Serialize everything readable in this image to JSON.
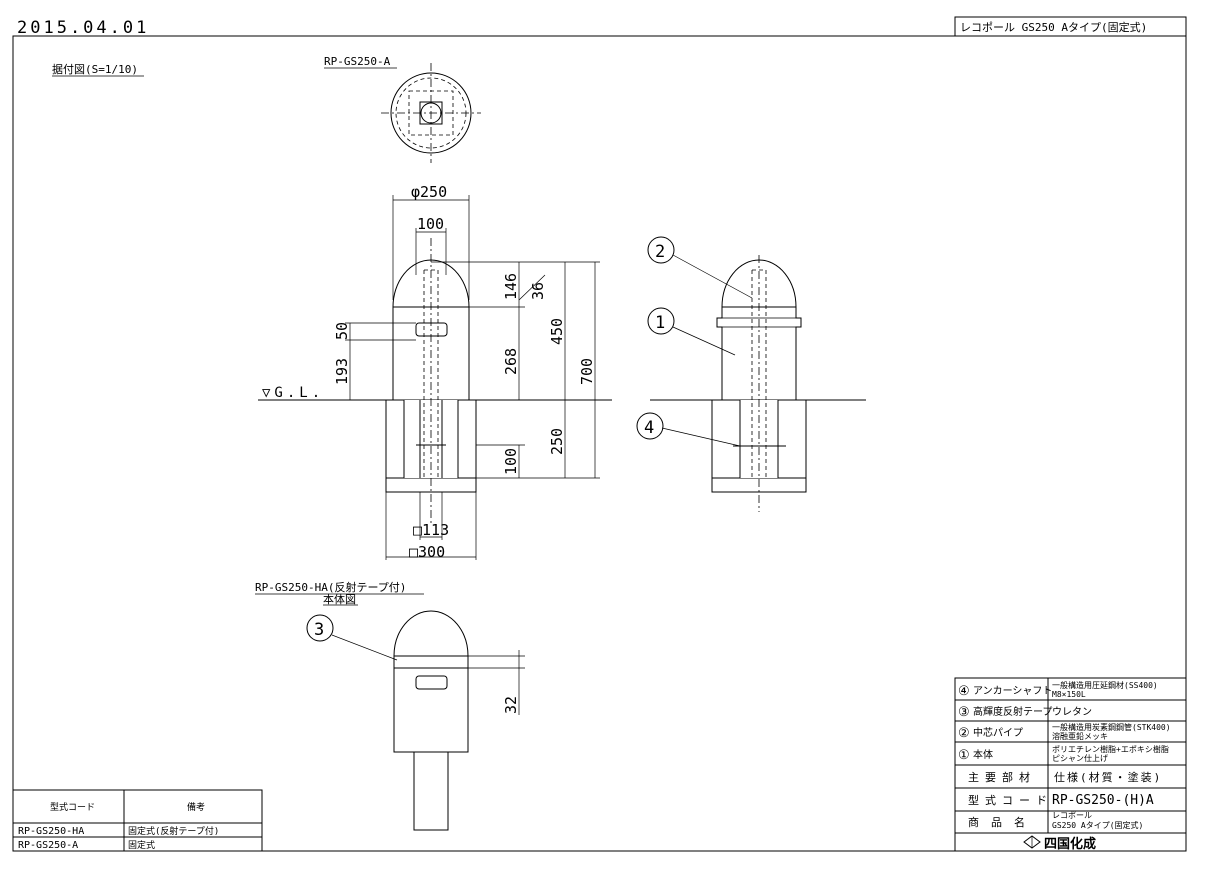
{
  "header": {
    "date": "2015.04.01",
    "title_block": "レコポール GS250 Aタイプ(固定式)"
  },
  "views": {
    "install_label": "据付図(S=1/10)",
    "top_view_label": "RP-GS250-A",
    "body_view_label": "RP-GS250-HA(反射テープ付)",
    "body_view_sub": "本体図",
    "ground_label": "▽G.L."
  },
  "dims": {
    "d_diameter": "φ250",
    "d_100_top": "100",
    "d_146": "146",
    "d_36": "36",
    "d_50": "50",
    "d_193": "193",
    "d_268": "268",
    "d_450": "450",
    "d_700": "700",
    "d_250": "250",
    "d_100_side": "100",
    "d_113": "□113",
    "d_300": "□300",
    "d_32": "32"
  },
  "balloons": {
    "b1": "1",
    "b2": "2",
    "b3": "3",
    "b4": "4"
  },
  "parts_table": {
    "rows": [
      {
        "no": "④",
        "name": "アンカーシャフト",
        "spec1": "一般構造用圧延鋼材(SS400)",
        "spec2": "M8×150L"
      },
      {
        "no": "③",
        "name": "高輝度反射テープ",
        "spec1": "ウレタン",
        "spec2": ""
      },
      {
        "no": "②",
        "name": "中芯パイプ",
        "spec1": "一般構造用炭素鋼鋼管(STK400)",
        "spec2": "溶融亜鉛メッキ"
      },
      {
        "no": "①",
        "name": "本体",
        "spec1": "ポリエチレン樹脂+エポキシ樹脂",
        "spec2": "ピシャン仕上げ"
      }
    ],
    "material_label": "主要部材",
    "material_value": "仕様(材質・塗装)",
    "model_label": "型式コード",
    "model_value": "RP-GS250-(H)A",
    "product_label": "商品名",
    "product_value1": "レコポール",
    "product_value2": "GS250 Aタイプ(固定式)",
    "company": "四国化成"
  },
  "code_table": {
    "head_code": "型式コード",
    "head_note": "備考",
    "rows": [
      {
        "code": "RP-GS250-HA",
        "note": "固定式(反射テープ付)"
      },
      {
        "code": "RP-GS250-A",
        "note": "固定式"
      }
    ]
  }
}
